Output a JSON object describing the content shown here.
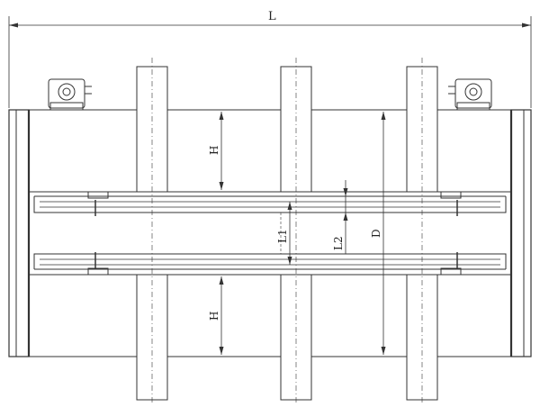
{
  "drawing": {
    "line_color": "#333333",
    "background": "#ffffff",
    "dimension_labels": {
      "overall_length": "L",
      "block_height_upper": "H",
      "block_height_lower": "H",
      "center_gap_1": "L1",
      "center_gap_2": "L2",
      "depth": "D"
    },
    "icons": {
      "left_drive": "gear-motor-icon",
      "right_drive": "gear-motor-icon"
    }
  }
}
